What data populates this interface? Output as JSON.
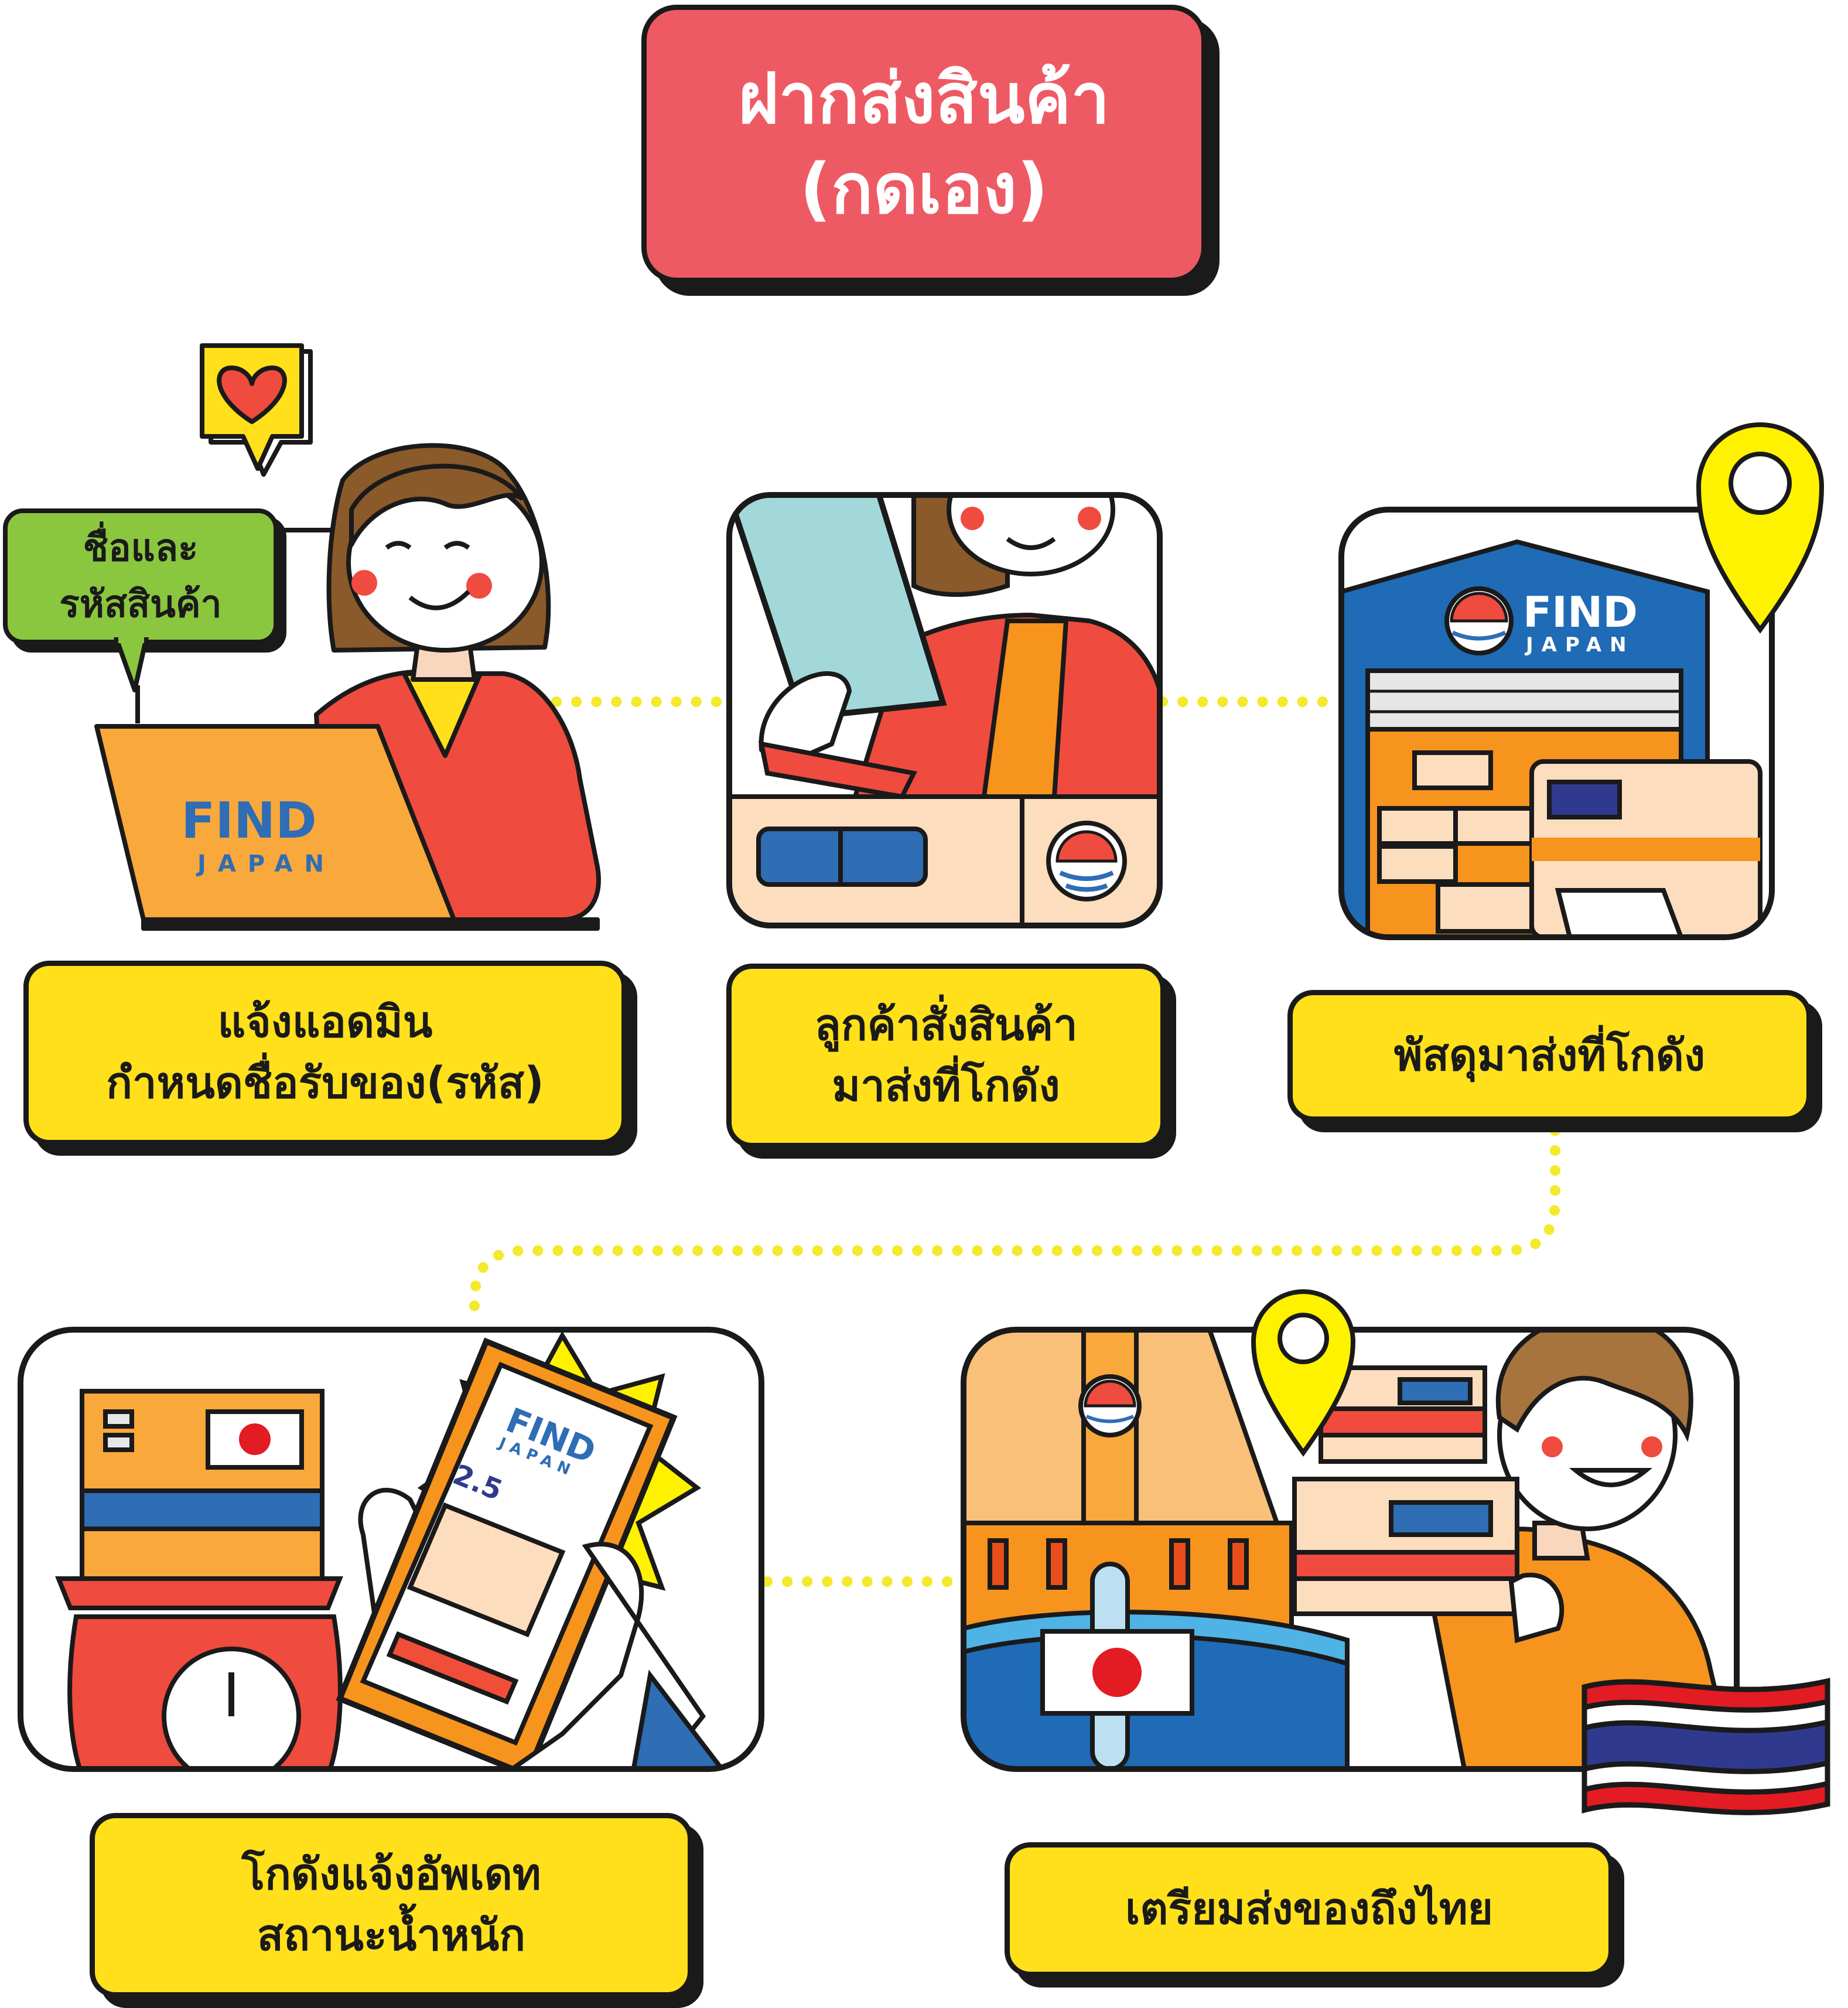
{
  "title": {
    "line1": "ฝากส่งสินค้า",
    "line2": "(กดเอง)"
  },
  "bubble": {
    "line1": "ชื่อและ",
    "line2": "รหัสสินค้า"
  },
  "brand": {
    "name": "FIND",
    "sub": "JAPAN",
    "weight_reading": "2.5"
  },
  "steps": [
    {
      "line1": "แจ้งแอดมิน",
      "line2": "กำหนดชื่อรับของ(รหัส)"
    },
    {
      "line1": "ลูกค้าสั่งสินค้า",
      "line2": "มาส่งที่โกดัง"
    },
    {
      "line1": "พัสดุมาส่งที่โกดัง"
    },
    {
      "line1": "โกดังแจ้งอัพเดท",
      "line2": "สถานะน้ำหนัก"
    },
    {
      "line1": "เตรียมส่งของถึงไทย"
    }
  ],
  "colors": {
    "title_bg": "#EE5A63",
    "label_bg": "#FFE01B",
    "bubble_bg": "#8BC63F",
    "connector": "#F2EA2A",
    "outline": "#1a1a1a"
  },
  "icons": [
    "heart-icon",
    "location-pin-icon",
    "laptop-icon",
    "tablet-icon",
    "warehouse-icon",
    "smartphone-icon",
    "scale-icon",
    "ship-icon",
    "japan-flag-icon",
    "thailand-flag-icon",
    "find-japan-logo-icon"
  ]
}
